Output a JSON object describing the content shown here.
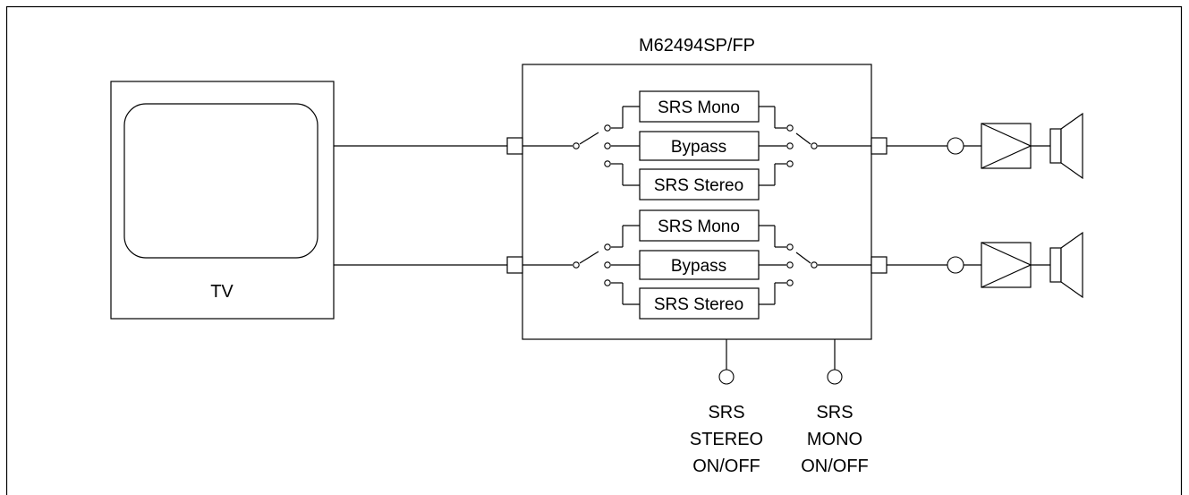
{
  "chip_title": "M62494SP/FP",
  "tv": {
    "label": "TV"
  },
  "channels": [
    {
      "blocks": [
        "SRS Mono",
        "Bypass",
        "SRS Stereo"
      ]
    },
    {
      "blocks": [
        "SRS Mono",
        "Bypass",
        "SRS Stereo"
      ]
    }
  ],
  "controls": [
    {
      "lines": [
        "SRS",
        "STEREO",
        "ON/OFF"
      ]
    },
    {
      "lines": [
        "SRS",
        "MONO",
        "ON/OFF"
      ]
    }
  ]
}
